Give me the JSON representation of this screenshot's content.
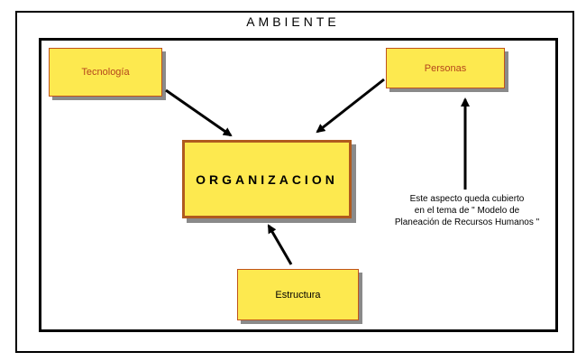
{
  "environment": {
    "title": "AMBIENTE"
  },
  "nodes": {
    "technology": "Tecnología",
    "people": "Personas",
    "organization": "ORGANIZACION",
    "structure": "Estructura"
  },
  "note": {
    "lines": [
      "Este aspecto queda cubierto",
      "en el tema de \" Modelo de",
      "Planeación de Recursos Humanos \""
    ]
  },
  "colors": {
    "box_fill": "#fde94f",
    "box_border": "#c0541b",
    "label_accent": "#b4451c",
    "shadow": "#8a8a8a",
    "frame": "#000000"
  }
}
